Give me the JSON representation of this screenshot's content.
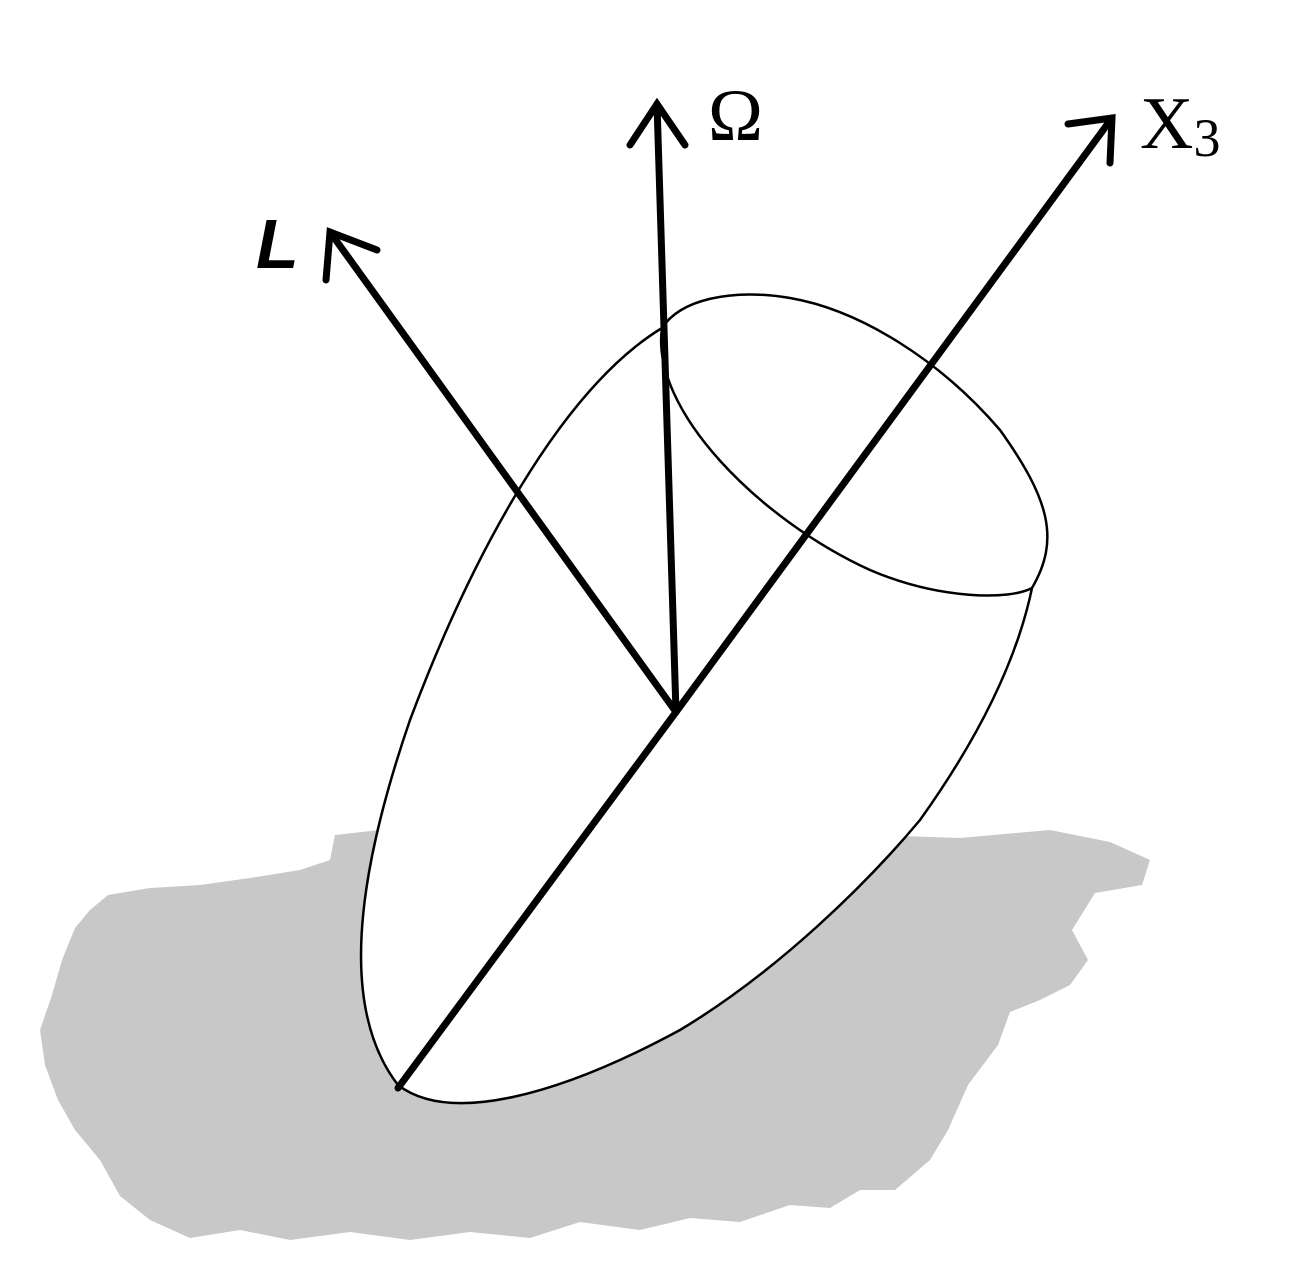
{
  "labels": {
    "angular_momentum": "L",
    "angular_velocity": "Ω",
    "symmetry_axis_letter": "X",
    "symmetry_axis_subscript": "3"
  },
  "colors": {
    "ink": "#000000",
    "shadow": "#c8c8c8",
    "body_fill": "#ffffff",
    "background": "#ffffff"
  }
}
